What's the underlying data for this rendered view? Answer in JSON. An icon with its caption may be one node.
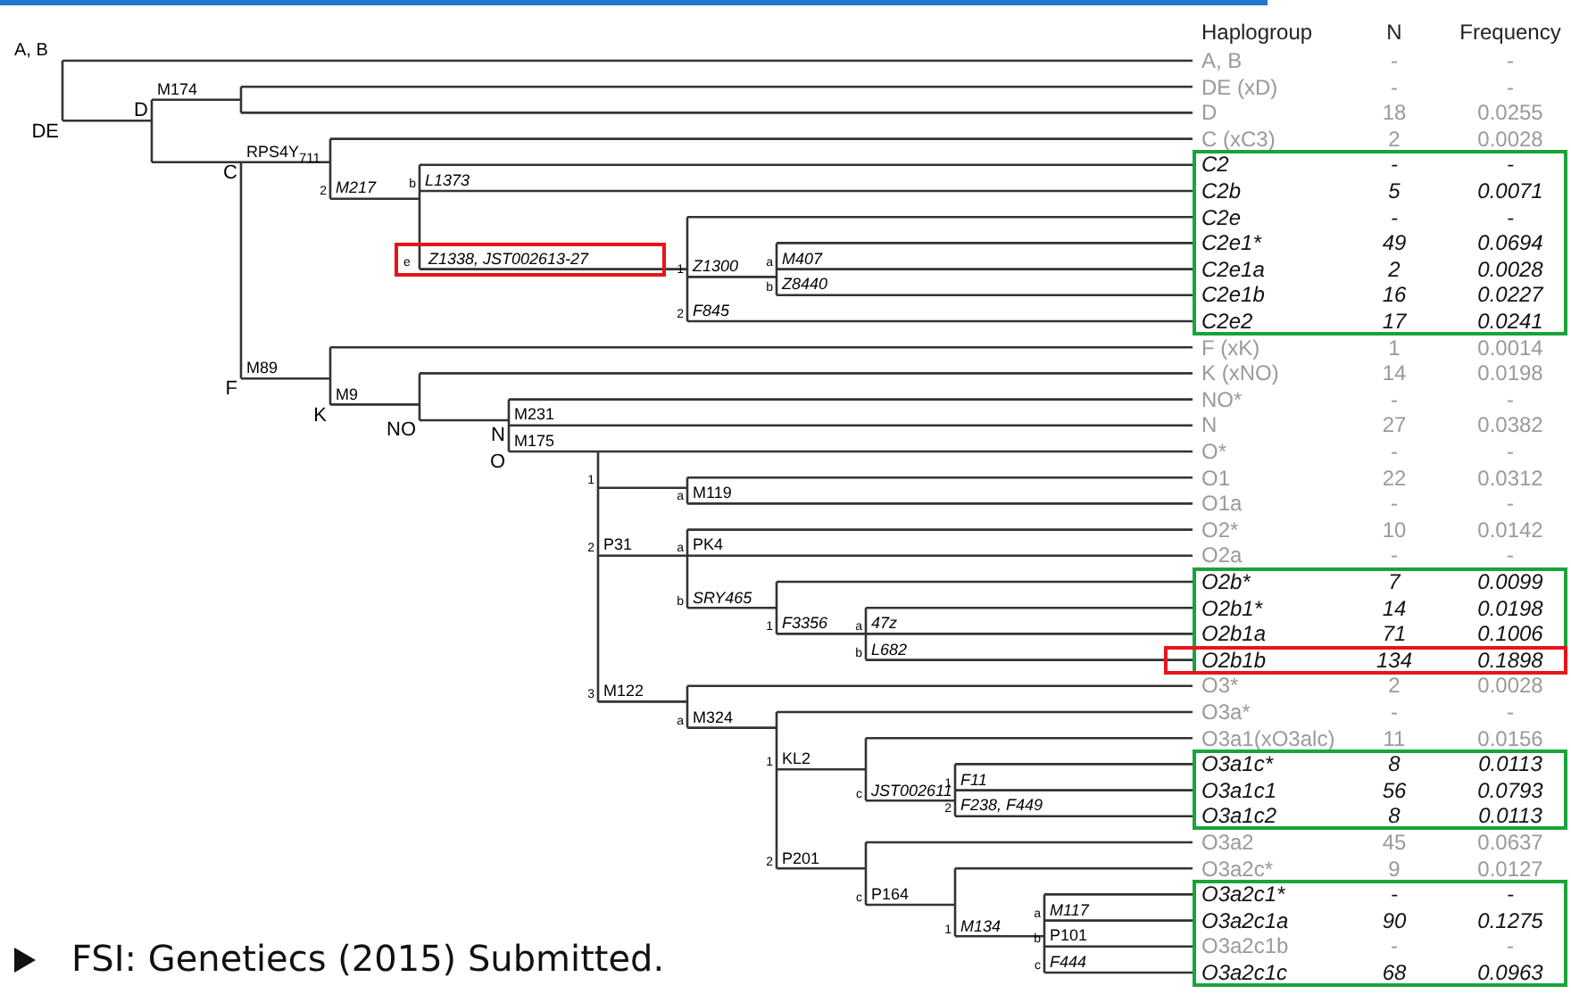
{
  "diagram": {
    "nodes": [
      {
        "text": [
          "e",
          "Z1338, JST002613-27"
        ]
      },
      {
        "text": [
          "C2",
          "-",
          "-",
          "C2b",
          "5",
          "0.0071",
          "C2e",
          "-",
          "-",
          "C2e1*",
          "49",
          "0.0694",
          "C2e1a",
          "2",
          "0.0028",
          "C2e1b",
          "16",
          "0.0227",
          "C2e2",
          "17",
          "0.0241"
        ]
      },
      {
        "text": [
          "O2b*",
          "7",
          "0.0099",
          "O2b1*",
          "14",
          "0.0198",
          "O2b1a",
          "71",
          "0.1006"
        ]
      },
      {
        "text": [
          "O2b1b",
          "134",
          "0.1898"
        ]
      },
      {
        "text": [
          "O3a1c*",
          "8",
          "0.0113",
          "O3a1c1",
          "56",
          "0.0793",
          "O3a1c2",
          "8",
          "0.0113"
        ]
      },
      {
        "text": [
          "O3a2c1*",
          "-",
          "-",
          "O3a2c1a",
          "90",
          "0.1275",
          "O3a2c1b",
          "-",
          "-",
          "O3a2c1c",
          "68",
          "0.0963"
        ]
      }
    ],
    "labels": [
      "A, B",
      "DE",
      "D",
      "M174",
      "RPS4Y$_{711}$",
      "C",
      "2",
      "M217",
      "b",
      "L1373",
      "1",
      "Z1300",
      "a",
      "M407",
      "b",
      "Z8440",
      "2",
      "F845",
      "F",
      "M89",
      "K",
      "M9",
      "NO",
      "N",
      "M231",
      "O",
      "M175",
      "1",
      "a",
      "M119",
      "2",
      "P31",
      "a",
      "PK4",
      "b",
      "SRY465",
      "1",
      "F3356",
      "a",
      "47z",
      "b",
      "L682",
      "3",
      "M122",
      "a",
      "M324",
      "1",
      "KL2",
      "c",
      "JST002611",
      "1",
      "F11",
      "2",
      "F238, F449",
      "2",
      "P201",
      "c",
      "P164",
      "1",
      "M134",
      "a",
      "M117",
      "b",
      "P101",
      "c",
      "F444",
      "Haplogroup",
      "N",
      "Frequency",
      "A, B",
      "-",
      "-",
      "DE (xD)",
      "-",
      "-",
      "D",
      "18",
      "0.0255",
      "C (xC3)",
      "2",
      "0.0028",
      "F (xK)",
      "1",
      "0.0014",
      "K (xNO)",
      "14",
      "0.0198",
      "NO*",
      "-",
      "-",
      "N",
      "27",
      "0.0382",
      "O*",
      "-",
      "-",
      "O1",
      "22",
      "0.0312",
      "O1a",
      "-",
      "-",
      "O2*",
      "10",
      "0.0142",
      "O2a",
      "-",
      "-",
      "O3*",
      "2",
      "0.0028",
      "O3a*",
      "-",
      "-",
      "O3a1(xO3alc)",
      "11",
      "0.0156",
      "O3a2",
      "45",
      "0.0637",
      "O3a2c*",
      "9",
      "0.0127",
      "FSI: Genetiecs (2015) Submitted."
    ]
  }
}
